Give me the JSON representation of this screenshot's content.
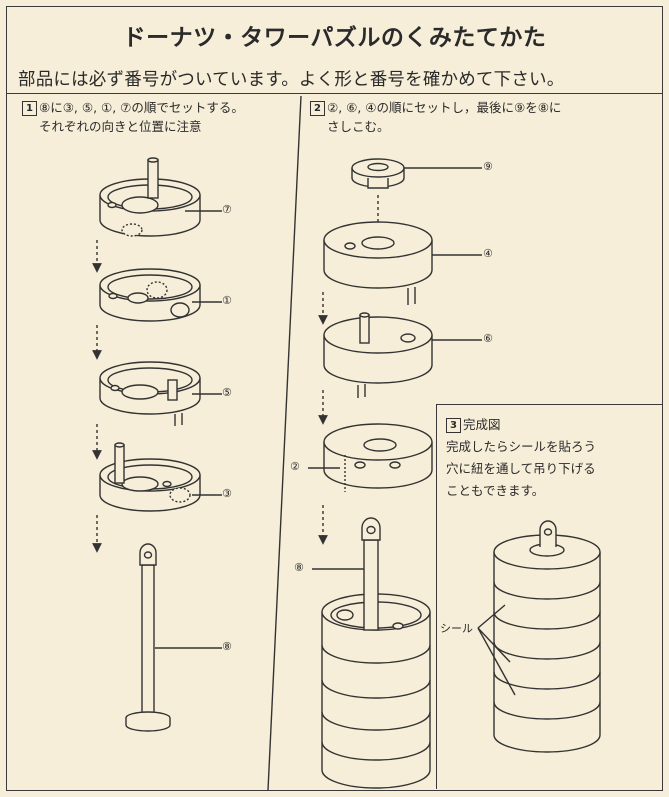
{
  "title": "ドーナツ・タワーパズルのくみたてかた",
  "subtitle": "部品には必ず番号がついています。よく形と番号を確かめて下さい。",
  "step1": {
    "number": "1",
    "line1": "⑧に③, ⑤, ①, ⑦の順でセットする。",
    "line2": "それぞれの向きと位置に注意"
  },
  "step2": {
    "number": "2",
    "line1": "②, ⑥, ④の順にセットし，最後に⑨を⑧に",
    "line2": "さしこむ。"
  },
  "step3": {
    "number": "3",
    "heading": "完成図",
    "line1": "完成したらシールを貼ろう",
    "line2": "穴に紐を通して吊り下げる",
    "line3": "こともできます。",
    "seal_label": "シール"
  },
  "part_labels": {
    "p7": "⑦",
    "p1": "①",
    "p5": "⑤",
    "p3": "③",
    "p8": "⑧",
    "p9": "⑨",
    "p4": "④",
    "p6": "⑥",
    "p2": "②",
    "p8b": "⑧"
  }
}
